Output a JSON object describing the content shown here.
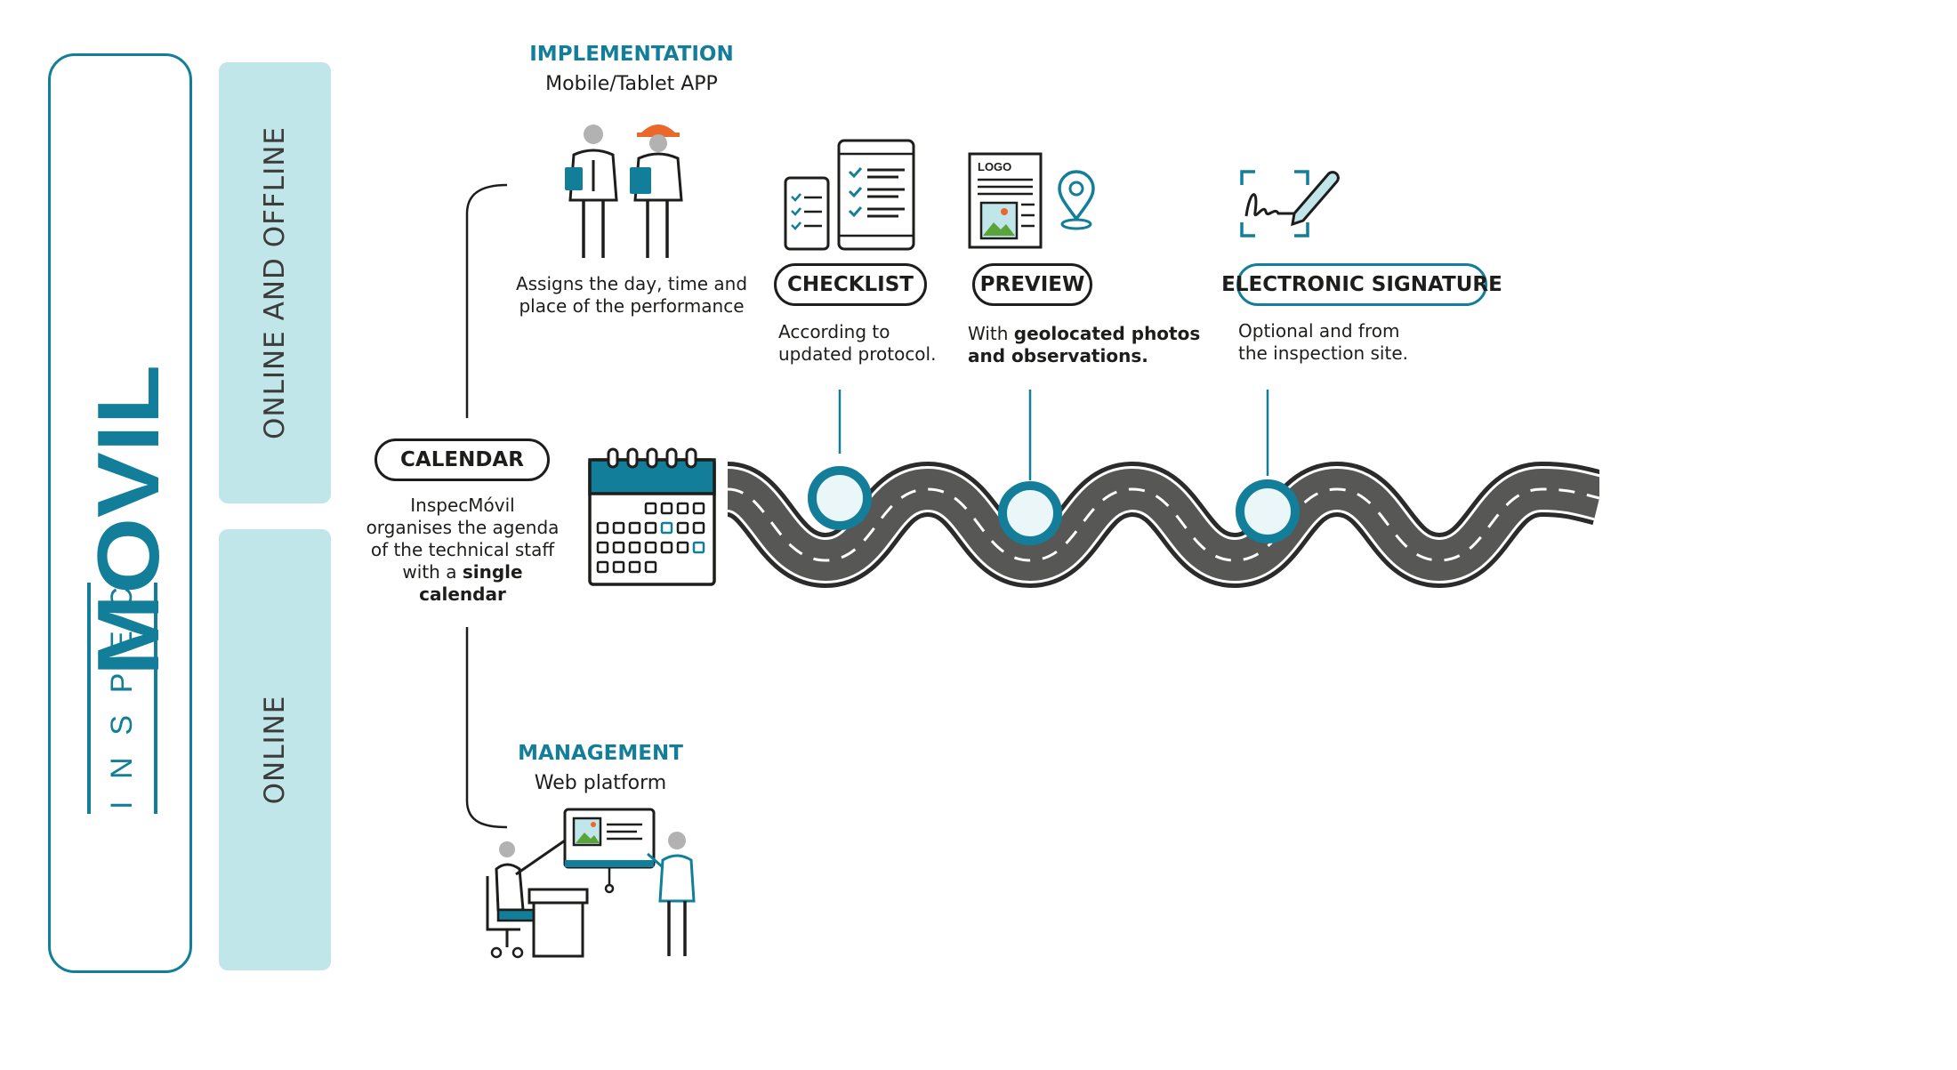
{
  "brand": {
    "prefix": "INSPEC",
    "name": "MOVIL"
  },
  "bands": {
    "online_offline": "ONLINE AND OFFLINE",
    "online": "ONLINE"
  },
  "implementation": {
    "title": "IMPLEMENTATION",
    "subtitle": "Mobile/Tablet APP",
    "description_line1": "Assigns the day, time and",
    "description_line2": "place of the performance"
  },
  "calendar": {
    "label": "CALENDAR",
    "line1": "InspecMóvil",
    "line2": "organises the agenda",
    "line3": "of the technical staff",
    "line4_prefix": "with a ",
    "line4_bold": "single",
    "line5_bold": "calendar"
  },
  "checklist": {
    "label": "CHECKLIST",
    "line1": "According to",
    "line2": "updated protocol."
  },
  "preview": {
    "label": "PREVIEW",
    "line1_prefix": "With ",
    "line1_bold": "geolocated photos",
    "line2_bold": "and observations.",
    "logo_text": "LOGO"
  },
  "signature": {
    "label": "ELECTRONIC SIGNATURE",
    "line1": "Optional and from",
    "line2": "the inspection site."
  },
  "management": {
    "title": "MANAGEMENT",
    "subtitle": "Web platform"
  },
  "colors": {
    "teal": "#127e99",
    "light_teal": "#c0e6ea",
    "road": "#575756",
    "dark": "#1d1d1b",
    "orange": "#e9692c",
    "grey": "#b2b2b2"
  }
}
